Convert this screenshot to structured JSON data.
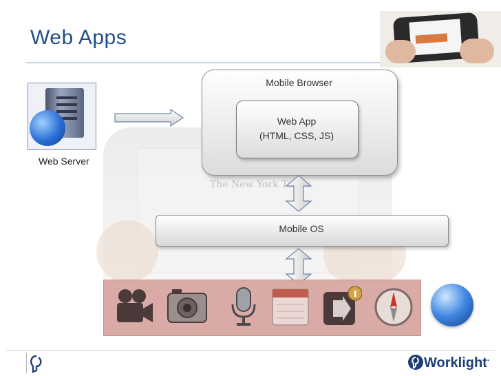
{
  "slide": {
    "title": "Web Apps",
    "background_masthead": "The New York Times"
  },
  "diagram": {
    "server_label": "Web Server",
    "browser_label": "Mobile Browser",
    "webapp_line1": "Web App",
    "webapp_line2": "(HTML, CSS, JS)",
    "os_label": "Mobile OS"
  },
  "device_capabilities": [
    {
      "icon": "video-camera-icon"
    },
    {
      "icon": "photo-camera-icon"
    },
    {
      "icon": "microphone-icon"
    },
    {
      "icon": "calendar-icon"
    },
    {
      "icon": "notification-icon"
    },
    {
      "icon": "compass-icon"
    }
  ],
  "footer": {
    "brand": "Worklight",
    "brand_mark": "·"
  },
  "colors": {
    "title": "#1f4e8a",
    "device_band": "#d9a7a2",
    "brand": "#1d3f72"
  }
}
